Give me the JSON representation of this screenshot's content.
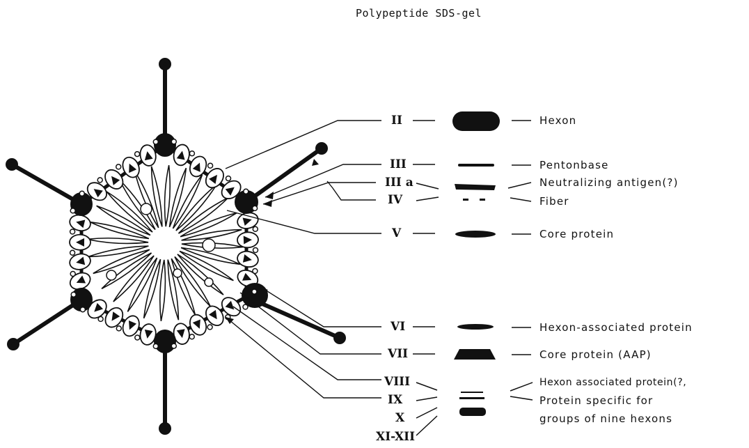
{
  "title": "Polypeptide SDS-gel",
  "polypeptides": [
    {
      "numeral": "II",
      "name": "Hexon"
    },
    {
      "numeral": "III",
      "name": "Pentonbase"
    },
    {
      "numeral": "III a",
      "name": "Neutralizing antigen(?)"
    },
    {
      "numeral": "IV",
      "name": "Fiber"
    },
    {
      "numeral": "V",
      "name": "Core protein"
    },
    {
      "numeral": "VI",
      "name": "Hexon-associated protein"
    },
    {
      "numeral": "VII",
      "name": "Core protein (AAP)"
    },
    {
      "numeral": "VIII",
      "name": "Hexon associated protein(?,"
    },
    {
      "numeral": "IX",
      "name": "Protein specific for"
    },
    {
      "numeral": "X",
      "name": "groups of nine hexons"
    },
    {
      "numeral": "XI-XII",
      "name": ""
    }
  ],
  "colors": {
    "ink": "#111111",
    "paper": "#ffffff"
  }
}
